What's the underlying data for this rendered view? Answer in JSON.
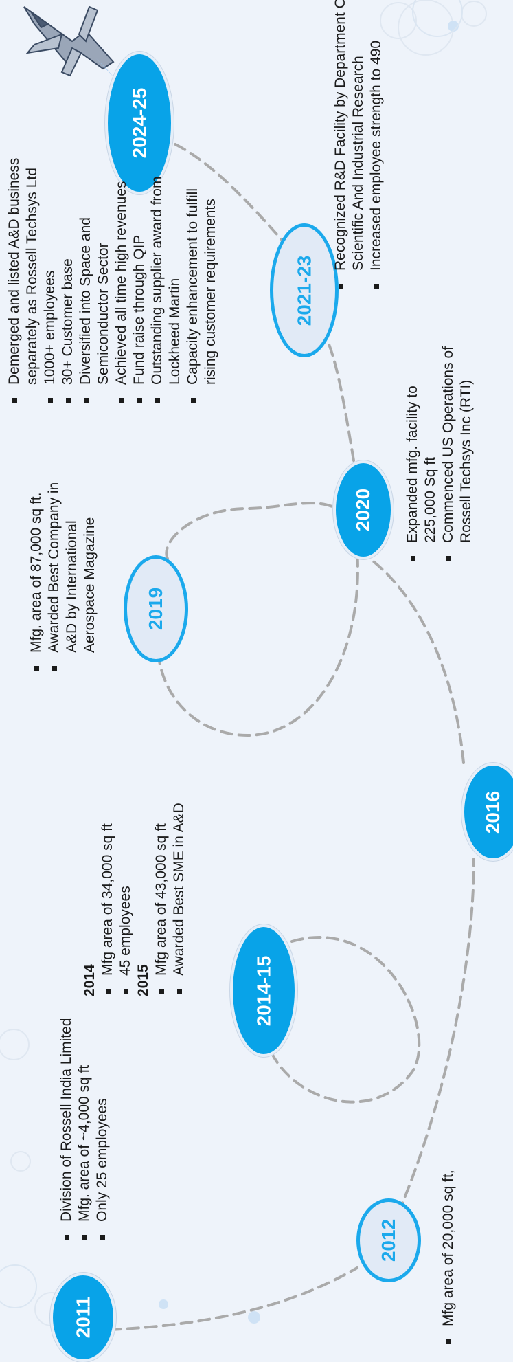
{
  "nodes": {
    "y2011": "2011",
    "y2012": "2012",
    "y2014_15": "2014-15",
    "y2016": "2016",
    "y2019": "2019",
    "y2020": "2020",
    "y2021_23": "2021-23",
    "y2024_25": "2024-25"
  },
  "notes": {
    "n2011": [
      "Division of Rossell India Limited",
      "Mfg. area of ~4,000 sq ft",
      "Only 25 employees"
    ],
    "n2012": [
      "Mfg area of 20,000 sq ft,"
    ],
    "n2014_head": "2014",
    "n2014": [
      "Mfg area of 34,000 sq ft",
      "45 employees"
    ],
    "n2015_head": "2015",
    "n2015": [
      "Mfg area of 43,000 sq ft",
      "Awarded Best SME in A&D"
    ],
    "n2019": [
      "Mfg. area of 87,000 sq ft.",
      "Awarded Best Company in A&D by International Aerospace Magazine"
    ],
    "n2020": [
      "Expanded mfg. facility to 225,000 Sq ft",
      "Commenced US Operations of Rossell Techsys Inc (RTI)"
    ],
    "n2021_23": [
      "Recognized R&D Facility by Department Of Scientific And Industrial Research",
      "Increased employee strength to 490"
    ],
    "n2024_25": [
      "Demerged and listed A&D business separately as Rossell Techsys Ltd",
      "1000+ employees",
      "30+ Customer base",
      "Diversified into Space and Semiconductor Sector",
      "Achieved all time high revenues",
      "Fund raise through QIP",
      "Outstanding supplier award from Lockheed Martin",
      "Capacity enhancement to fulfill rising customer requirements"
    ]
  },
  "colors": {
    "accent": "#08a3e8",
    "outline": "#1ba9ec",
    "path": "#aaaaaa",
    "background": "#eef3fa"
  },
  "icons": [
    "fighter-jet-icon"
  ]
}
